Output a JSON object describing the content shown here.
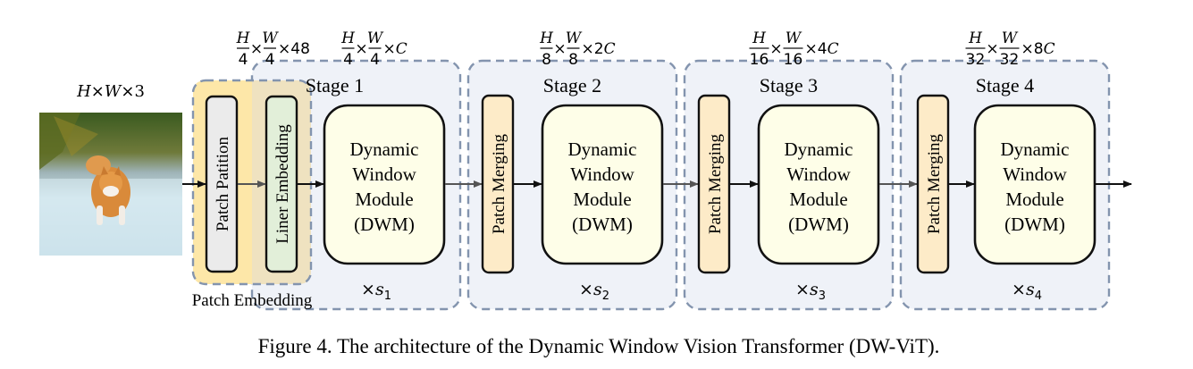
{
  "input": {
    "dims": {
      "a": "H",
      "b": "W",
      "c": "3"
    },
    "image_label": "cat running on frosty grass"
  },
  "patch_embedding": {
    "label": "Patch Embedding",
    "partition_label": "Patch Patition",
    "embedding_label": "Liner Embedding",
    "dims": {
      "hden": "4",
      "wden": "4",
      "tail": "48"
    }
  },
  "stages": [
    {
      "title": "Stage 1",
      "module": [
        "Dynamic",
        "Window",
        "Module",
        "(DWM)"
      ],
      "repeat_sub": "1",
      "dims": {
        "hden": "4",
        "wden": "4",
        "tail": "C"
      },
      "has_merging": false
    },
    {
      "title": "Stage 2",
      "merging_label": "Patch Merging",
      "module": [
        "Dynamic",
        "Window",
        "Module",
        "(DWM)"
      ],
      "repeat_sub": "2",
      "dims": {
        "hden": "8",
        "wden": "8",
        "tail": "2C"
      },
      "has_merging": true
    },
    {
      "title": "Stage 3",
      "merging_label": "Patch Merging",
      "module": [
        "Dynamic",
        "Window",
        "Module",
        "(DWM)"
      ],
      "repeat_sub": "3",
      "dims": {
        "hden": "16",
        "wden": "16",
        "tail": "4C"
      },
      "has_merging": true
    },
    {
      "title": "Stage 4",
      "merging_label": "Patch Merging",
      "module": [
        "Dynamic",
        "Window",
        "Module",
        "(DWM)"
      ],
      "repeat_sub": "4",
      "dims": {
        "hden": "32",
        "wden": "32",
        "tail": "8C"
      },
      "has_merging": true
    }
  ],
  "caption": "Figure 4. The architecture of the Dynamic Window Vision Transformer (DW-ViT).",
  "colors": {
    "stage_fill": "#eff2f8",
    "dash_stroke": "#8394ae",
    "patch_embed_fill": "#fde7a8",
    "patch_embed_overlap": "#efe2c0",
    "partition_fill": "#ebebeb",
    "embedding_fill": "#e2efd9",
    "merging_fill": "#fdebc8",
    "dwm_fill": "#fefee8"
  }
}
